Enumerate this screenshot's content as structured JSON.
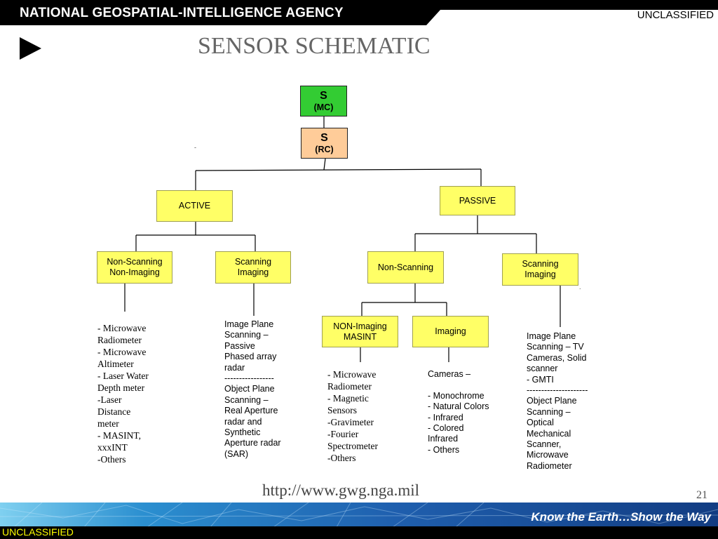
{
  "header": {
    "agency": "NATIONAL GEOSPATIAL-INTELLIGENCE AGENCY",
    "classification": "UNCLASSIFIED"
  },
  "slide": {
    "title": "SENSOR SCHEMATIC"
  },
  "nodes": {
    "mc": {
      "main": "S",
      "sub": "(MC)",
      "color": "#33cc33"
    },
    "rc": {
      "main": "S",
      "sub": "(RC)",
      "color": "#ffcc99"
    },
    "active": "ACTIVE",
    "passive": "PASSIVE",
    "active_non_scanning": {
      "line1": "Non-Scanning",
      "line2": "Non-Imaging"
    },
    "active_scanning": {
      "line1": "Scanning",
      "line2": "Imaging"
    },
    "passive_non_scanning": "Non-Scanning",
    "passive_scanning": {
      "line1": "Scanning",
      "line2": "Imaging"
    },
    "non_imaging_masint": {
      "line1": "NON-Imaging",
      "line2": "MASINT"
    },
    "imaging": "Imaging",
    "node_color": "#ffff66"
  },
  "lists": {
    "active_non_scanning": "- Microwave\nRadiometer\n- Microwave\nAltimeter\n- Laser Water\nDepth meter\n-Laser\nDistance\nmeter\n- MASINT,\nxxxINT\n-Others",
    "active_scanning": "Image Plane\nScanning –\nPassive\nPhased array\nradar\n-----------------\nObject Plane\nScanning –\nReal Aperture\nradar and\nSynthetic\nAperture radar\n(SAR)",
    "non_imaging_masint": "- Microwave\nRadiometer\n- Magnetic\nSensors\n-Gravimeter\n-Fourier\nSpectrometer\n-Others",
    "imaging": "Cameras –\n\n- Monochrome\n- Natural Colors\n- Infrared\n- Colored\nInfrared\n- Others",
    "passive_scanning": "Image Plane\nScanning – TV\nCameras, Solid\nscanner\n- GMTI\n---------------------\nObject Plane\nScanning –\nOptical\nMechanical\nScanner,\nMicrowave\nRadiometer"
  },
  "footer": {
    "url": "http://www.gwg.nga.mil",
    "page": "21",
    "tagline": "Know the Earth…Show the Way",
    "classification": "UNCLASSIFIED"
  },
  "icons": {
    "play": "play-triangle-icon",
    "forward": "fast-forward-icon"
  }
}
